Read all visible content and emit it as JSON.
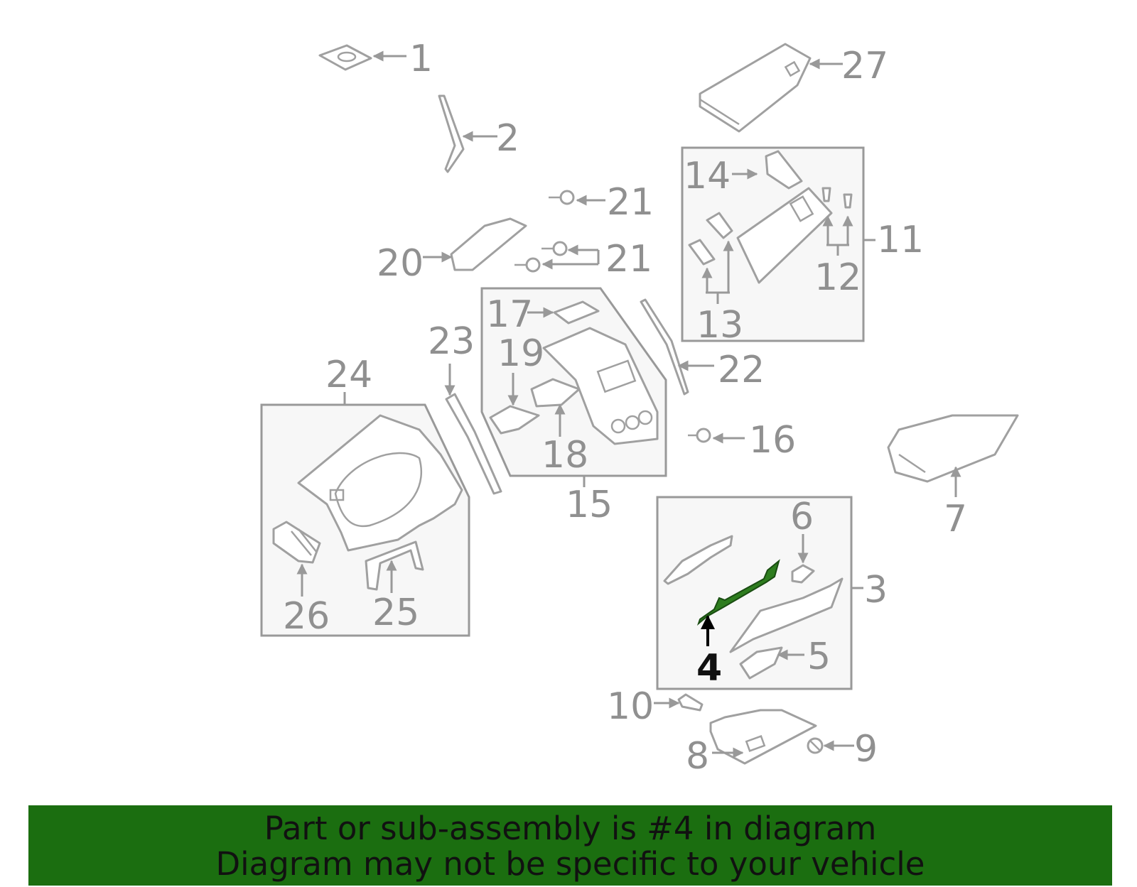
{
  "diagram": {
    "callouts": {
      "c1": "1",
      "c2": "2",
      "c3": "3",
      "c4": "4",
      "c5": "5",
      "c6": "6",
      "c7": "7",
      "c8": "8",
      "c9": "9",
      "c10": "10",
      "c11": "11",
      "c12": "12",
      "c13": "13",
      "c14": "14",
      "c15": "15",
      "c16": "16",
      "c17": "17",
      "c18": "18",
      "c19": "19",
      "c20": "20",
      "c21a": "21",
      "c21b": "21",
      "c22": "22",
      "c23": "23",
      "c24": "24",
      "c25": "25",
      "c26": "26",
      "c27": "27"
    },
    "highlighted_part": "4",
    "highlight_color": "#2e7d1f",
    "line_color": "#999999"
  },
  "banner": {
    "line1": "Part or sub-assembly is #4 in diagram",
    "line2": "Diagram may not be specific to your vehicle",
    "background": "#1b6e10"
  }
}
